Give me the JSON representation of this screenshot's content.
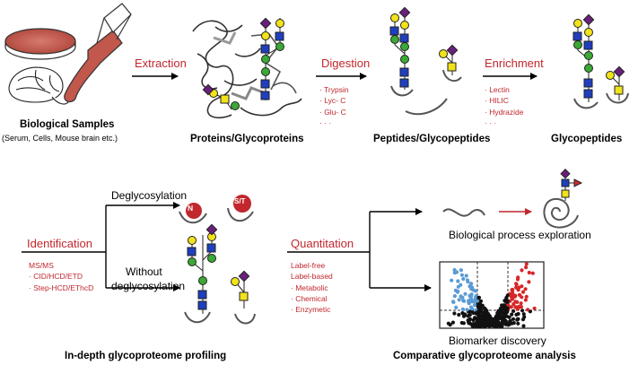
{
  "top_row": {
    "biological_samples": {
      "title": "Biological Samples",
      "subtitle": "(Serum, Cells, Mouse brain etc.)"
    },
    "extraction": {
      "label": "Extraction"
    },
    "proteins": {
      "title": "Proteins/Glycoproteins"
    },
    "digestion": {
      "label": "Digestion",
      "items": [
        "· Trypsin",
        "· Lyc- C",
        "· Glu- C",
        "· · ·"
      ]
    },
    "peptides": {
      "title": "Peptides/Glycopeptides"
    },
    "enrichment": {
      "label": "Enrichment",
      "items": [
        "· Lectin",
        "· HILIC",
        "· Hydrazide",
        "· · ·"
      ]
    },
    "glycopeptides": {
      "title": "Glycopeptides"
    }
  },
  "bottom_left": {
    "identification": {
      "label": "Identification",
      "items": [
        "MS/MS",
        "· CID/HCD/ETD",
        "· Step-HCD/EThcD"
      ]
    },
    "deglycosylation": {
      "label": "Deglycosylation",
      "badges": [
        "N",
        "S/T"
      ]
    },
    "without": {
      "line1": "Without",
      "line2": "deglycosylation"
    },
    "title": "In-depth glycoproteome profiling"
  },
  "bottom_right": {
    "quantitation": {
      "label": "Quantitation",
      "items": [
        "Label-free",
        "Label-based",
        "· Metabolic",
        "· Chemical",
        "· Enzymetic"
      ]
    },
    "biological_process": "Biological process exploration",
    "biomarker": "Biomarker discovery",
    "title": "Comparative glycoproteome analysis"
  },
  "colors": {
    "accent_red": "#c1272d",
    "glcnac": "#1f3fbf",
    "mannose": "#3aa935",
    "galactose": "#f2e21a",
    "sialic": "#6a1f7a",
    "fucose": "#d62728",
    "volcano_up": "#d62728",
    "volcano_down": "#5b9bd5"
  }
}
